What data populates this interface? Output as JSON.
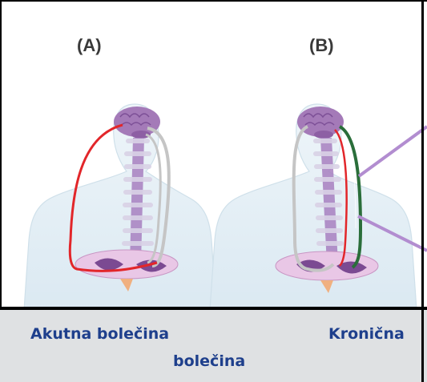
{
  "panels": {
    "a": {
      "label": "(A)"
    },
    "b": {
      "label": "(B)"
    }
  },
  "caption": {
    "left": "Akutna bolečina",
    "right": "Kronična",
    "second_line": "bolečina"
  },
  "colors": {
    "skin": "#e4eff5",
    "brain": "#a47ab8",
    "spine": "#a77fc0",
    "pathway_red": "#e2262a",
    "pathway_green": "#2a6e3a",
    "pathway_gray": "#c5c5c5",
    "pointer_line": "#b28dd0",
    "caption_text": "#1e3f8c",
    "caption_bg": "#dfe1e3"
  }
}
